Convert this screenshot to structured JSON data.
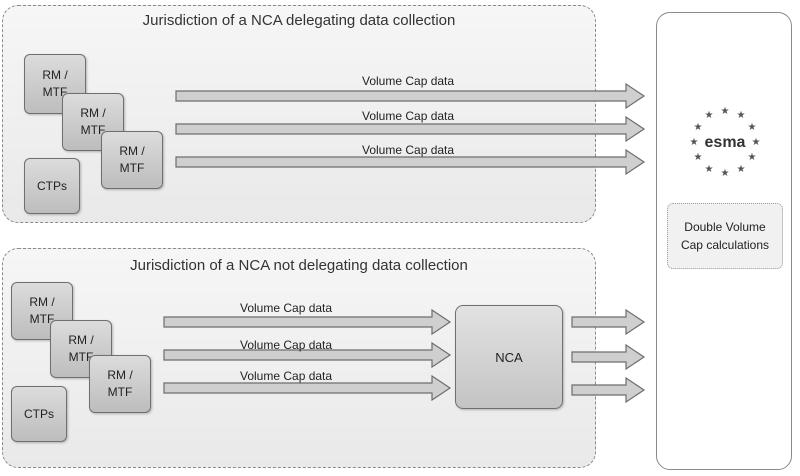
{
  "top_region": {
    "title": "Jurisdiction of a NCA delegating data collection",
    "venues": [
      {
        "line1": "RM /",
        "line2": "MTF"
      },
      {
        "line1": "RM /",
        "line2": "MTF"
      },
      {
        "line1": "RM /",
        "line2": "MTF"
      }
    ],
    "ctps_label": "CTPs",
    "flows": [
      "Volume Cap data",
      "Volume Cap data",
      "Volume Cap data"
    ]
  },
  "bottom_region": {
    "title": "Jurisdiction of a NCA not delegating data collection",
    "venues": [
      {
        "line1": "RM /",
        "line2": "MTF"
      },
      {
        "line1": "RM /",
        "line2": "MTF"
      },
      {
        "line1": "RM /",
        "line2": "MTF"
      }
    ],
    "ctps_label": "CTPs",
    "flows": [
      "Volume Cap data",
      "Volume Cap data",
      "Volume Cap data"
    ],
    "nca_label": "NCA"
  },
  "esma": {
    "logo_text": "esma",
    "dvc_line1": "Double Volume",
    "dvc_line2": "Cap calculations"
  },
  "colors": {
    "arrow_fill": "#cfcfcf",
    "arrow_stroke": "#6e6e6e",
    "box_fill": "#c8c8c8"
  }
}
